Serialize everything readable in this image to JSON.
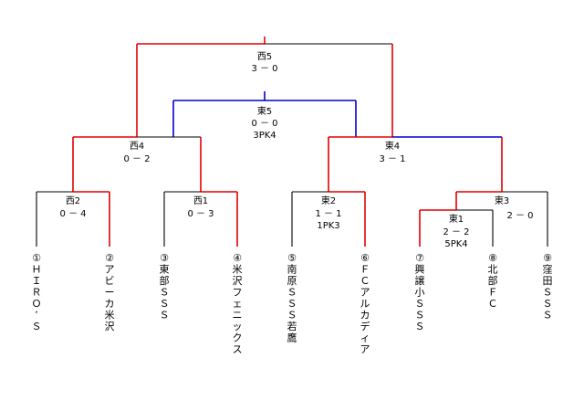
{
  "matches": [
    {
      "id": "w5",
      "name": "西5",
      "score": "3 － 0",
      "pk": ""
    },
    {
      "id": "e5",
      "name": "東5",
      "score": "0 － 0",
      "pk": "3PK4"
    },
    {
      "id": "w4",
      "name": "西4",
      "score": "0 － 2",
      "pk": ""
    },
    {
      "id": "e4",
      "name": "東4",
      "score": "3 － 1",
      "pk": ""
    },
    {
      "id": "w2",
      "name": "西2",
      "score": "0 － 4",
      "pk": ""
    },
    {
      "id": "w1",
      "name": "西1",
      "score": "0 － 3",
      "pk": ""
    },
    {
      "id": "e2",
      "name": "東2",
      "score": "1 － 1",
      "pk": "1PK3"
    },
    {
      "id": "e3",
      "name": "東3",
      "score": "2 － 0",
      "pk": ""
    },
    {
      "id": "e1",
      "name": "東1",
      "score": "2 － 2",
      "pk": "5PK4"
    }
  ],
  "teams": [
    "①ＨＩＲＯ’Ｓ",
    "②アビーカ米沢",
    "③東部ＳＳＳ",
    "④米沢フェニックス",
    "⑤南原ＳＳＳ若鷹",
    "⑥ＦＣアルカディア",
    "⑦興譲小ＳＳＳ",
    "⑧北部ＦＣ",
    "⑨窪田ＳＳＳ"
  ]
}
